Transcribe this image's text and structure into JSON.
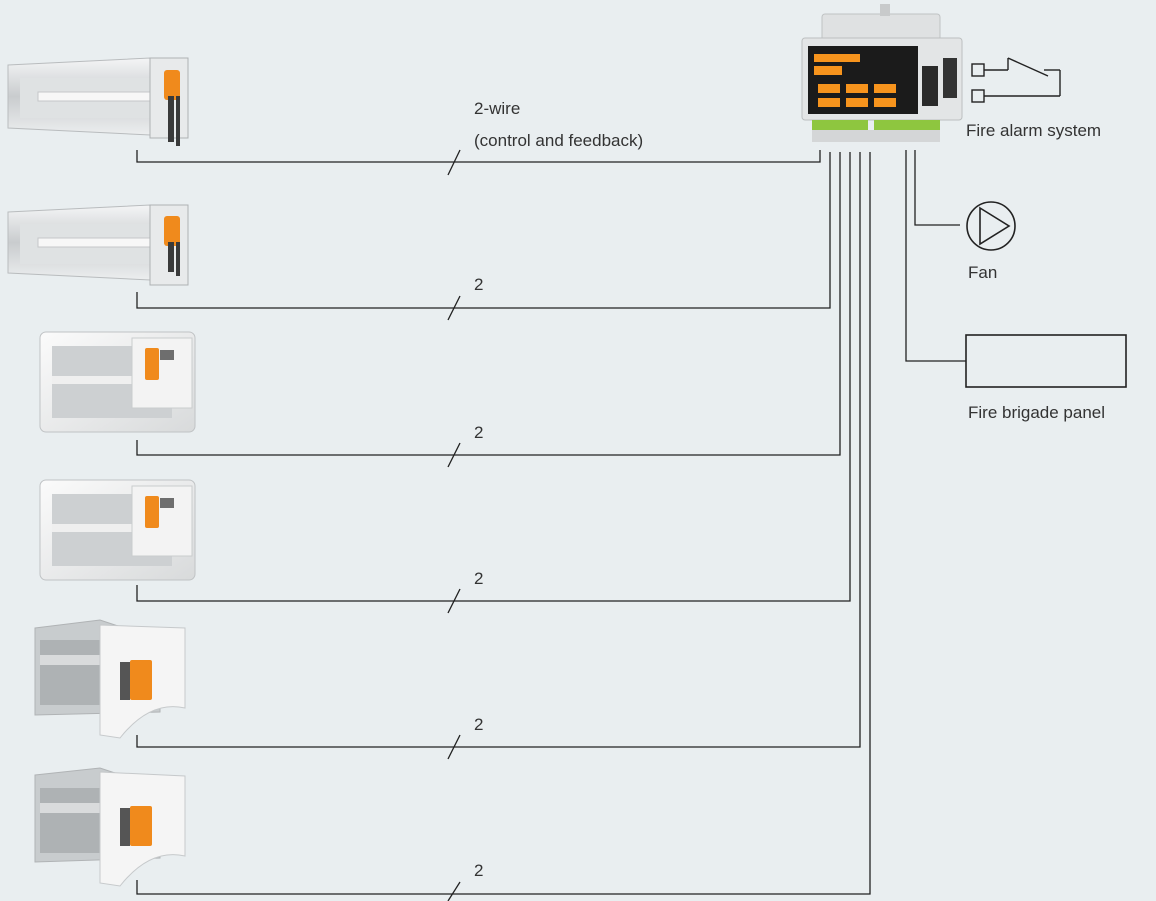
{
  "main_label": {
    "line1": "2-wire",
    "line2": "(control and feedback)"
  },
  "dampers": [
    {
      "type": "rectangular-duct",
      "wire_count": ""
    },
    {
      "type": "rectangular-duct",
      "wire_count": "2"
    },
    {
      "type": "box",
      "wire_count": "2"
    },
    {
      "type": "box",
      "wire_count": "2"
    },
    {
      "type": "curved-face",
      "wire_count": "2"
    },
    {
      "type": "curved-face",
      "wire_count": "2"
    }
  ],
  "devices": {
    "fire_alarm": "Fire alarm system",
    "fan": "Fan",
    "fire_brigade": "Fire brigade panel"
  },
  "colors": {
    "background": "#e9eef0",
    "actuator": "#f08a1c",
    "controller_display": "#f7941d",
    "terminal": "#8ec63f",
    "line": "#222222"
  }
}
